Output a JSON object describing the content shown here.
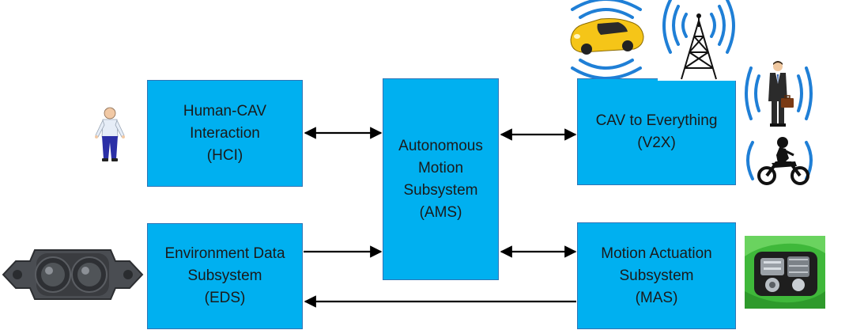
{
  "blocks": {
    "hci": [
      "Human-CAV",
      "Interaction",
      "(HCI)"
    ],
    "ams": [
      "Autonomous",
      "Motion",
      "Subsystem",
      "(AMS)"
    ],
    "v2x": [
      "CAV to Everything",
      "(V2X)"
    ],
    "eds": [
      "Environment Data",
      "Subsystem",
      "(EDS)"
    ],
    "mas": [
      "Motion Actuation",
      "Subsystem",
      "(MAS)"
    ]
  },
  "colors": {
    "box_fill": "#00b0f0",
    "box_border": "#2e75b6",
    "signal_wave": "#1f7fd6",
    "arrow": "#000000"
  },
  "icons": [
    "person-icon",
    "stereo-camera-icon",
    "car-icon",
    "antenna-tower-icon",
    "businessman-icon",
    "motorcycle-icon",
    "engine-photo"
  ]
}
